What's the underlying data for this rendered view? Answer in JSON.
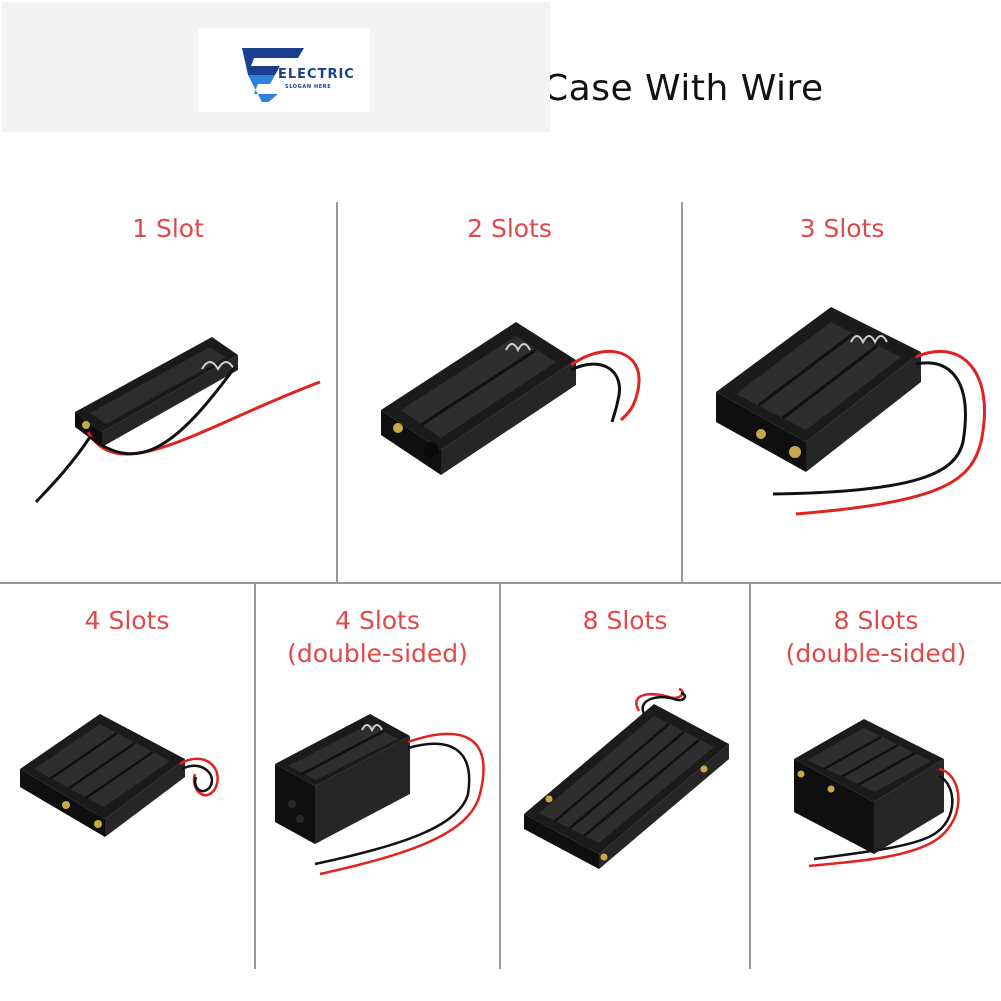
{
  "header": {
    "title": "Case With Wire",
    "logo_text": "ELECTRIC",
    "logo_slogan": "SLOGAN HERE"
  },
  "colors": {
    "label": "#e0494b",
    "divider": "#9a9a9a",
    "logo_blue": "#1a3f8f",
    "logo_blue_light": "#2c83d9",
    "holder_body": "#151515",
    "wire_red": "#e0231f",
    "wire_black": "#111111"
  },
  "products": [
    {
      "label": "1 Slot",
      "icon": "battery-holder-1-slot-icon"
    },
    {
      "label": "2 Slots",
      "icon": "battery-holder-2-slots-icon"
    },
    {
      "label": "3 Slots",
      "icon": "battery-holder-3-slots-icon"
    },
    {
      "label": "4 Slots",
      "icon": "battery-holder-4-slots-icon"
    },
    {
      "label": "4 Slots\n(double-sided)",
      "line1": "4 Slots",
      "line2": "(double-sided)",
      "icon": "battery-holder-4-slots-double-sided-icon"
    },
    {
      "label": "8 Slots",
      "icon": "battery-holder-8-slots-icon"
    },
    {
      "label": "8 Slots\n(double-sided)",
      "line1": "8 Slots",
      "line2": "(double-sided)",
      "icon": "battery-holder-8-slots-double-sided-icon"
    }
  ]
}
